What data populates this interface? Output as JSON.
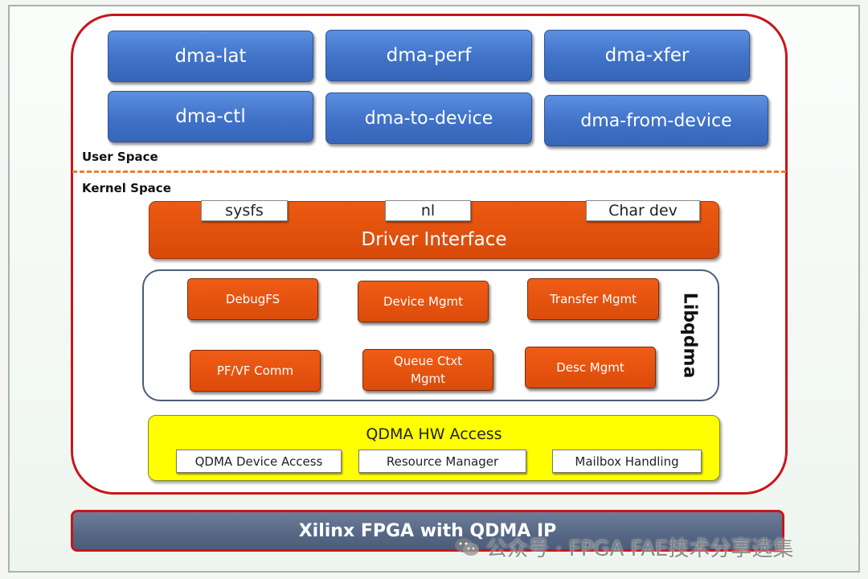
{
  "user_space": {
    "label": "User Space",
    "apps": [
      "dma-lat",
      "dma-perf",
      "dma-xfer",
      "dma-ctl",
      "dma-to-device",
      "dma-from-device"
    ]
  },
  "kernel_space": {
    "label": "Kernel Space"
  },
  "driver_interface": {
    "title": "Driver Interface",
    "tabs": [
      "sysfs",
      "nl",
      "Char dev"
    ]
  },
  "libqdma": {
    "label": "Libqdma",
    "modules": [
      "DebugFS",
      "Device Mgmt",
      "Transfer Mgmt",
      "PF/VF Comm",
      "Queue Ctxt\nMgmt",
      "Desc Mgmt"
    ]
  },
  "hw_access": {
    "title": "QDMA HW Access",
    "items": [
      "QDMA Device Access",
      "Resource Manager",
      "Mailbox Handling"
    ]
  },
  "fpga": {
    "label": "Xilinx FPGA with QDMA IP"
  },
  "watermark": {
    "text": "公众号 · FPGA FAE技术分享选集"
  },
  "colors": {
    "border_red": "#c8151b",
    "user_blue": "#4a7fd4",
    "orange": "#e04e0d",
    "divider_orange": "#ee7d31",
    "yellow": "#ffff00",
    "fpga_slate": "#556784"
  }
}
